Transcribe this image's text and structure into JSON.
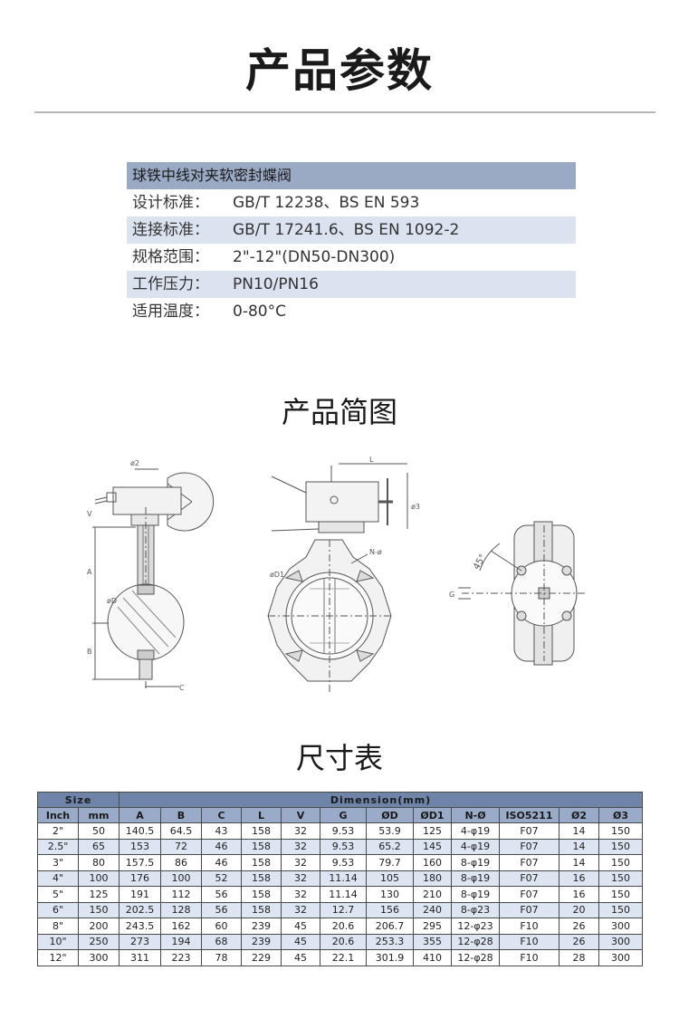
{
  "page": {
    "title": "产品参数",
    "diagram_title": "产品简图",
    "size_title": "尺寸表"
  },
  "spec": {
    "heading": "球铁中线对夹软密封蝶阀",
    "rows": [
      {
        "label": "设计标准：",
        "value": "GB/T 12238、BS EN 593"
      },
      {
        "label": "连接标准：",
        "value": "GB/T 17241.6、BS EN 1092-2"
      },
      {
        "label": "规格范围：",
        "value": "2\"-12\"(DN50-DN300)"
      },
      {
        "label": "工作压力：",
        "value": "PN10/PN16"
      },
      {
        "label": "适用温度：",
        "value": "0-80°C"
      }
    ]
  },
  "drawing": {
    "labels": {
      "phi2": "ø2",
      "v": "V",
      "a": "A",
      "phid": "øD",
      "b": "B",
      "c": "C",
      "l": "L",
      "phi3": "ø3",
      "nphi": "N-ø",
      "phid1": "øD1",
      "angle": "45°",
      "g": "G"
    }
  },
  "dimension_table": {
    "group_size": "Size",
    "group_dim": "Dimension(mm)",
    "columns": [
      "Inch",
      "mm",
      "A",
      "B",
      "C",
      "L",
      "V",
      "G",
      "ØD",
      "ØD1",
      "N-Ø",
      "ISO5211",
      "Ø2",
      "Ø3"
    ],
    "rows": [
      [
        "2\"",
        "50",
        "140.5",
        "64.5",
        "43",
        "158",
        "32",
        "9.53",
        "53.9",
        "125",
        "4-φ19",
        "F07",
        "14",
        "150"
      ],
      [
        "2.5\"",
        "65",
        "153",
        "72",
        "46",
        "158",
        "32",
        "9.53",
        "65.2",
        "145",
        "4-φ19",
        "F07",
        "14",
        "150"
      ],
      [
        "3\"",
        "80",
        "157.5",
        "86",
        "46",
        "158",
        "32",
        "9.53",
        "79.7",
        "160",
        "8-φ19",
        "F07",
        "14",
        "150"
      ],
      [
        "4\"",
        "100",
        "176",
        "100",
        "52",
        "158",
        "32",
        "11.14",
        "105",
        "180",
        "8-φ19",
        "F07",
        "16",
        "150"
      ],
      [
        "5\"",
        "125",
        "191",
        "112",
        "56",
        "158",
        "32",
        "11.14",
        "130",
        "210",
        "8-φ19",
        "F07",
        "16",
        "150"
      ],
      [
        "6\"",
        "150",
        "202.5",
        "128",
        "56",
        "158",
        "32",
        "12.7",
        "156",
        "240",
        "8-φ23",
        "F07",
        "20",
        "150"
      ],
      [
        "8\"",
        "200",
        "243.5",
        "162",
        "60",
        "239",
        "45",
        "20.6",
        "206.7",
        "295",
        "12-φ23",
        "F10",
        "26",
        "300"
      ],
      [
        "10\"",
        "250",
        "273",
        "194",
        "68",
        "239",
        "45",
        "20.6",
        "253.3",
        "355",
        "12-φ28",
        "F10",
        "26",
        "300"
      ],
      [
        "12\"",
        "300",
        "311",
        "223",
        "78",
        "229",
        "45",
        "22.1",
        "301.9",
        "410",
        "12-φ28",
        "F10",
        "28",
        "300"
      ]
    ]
  }
}
